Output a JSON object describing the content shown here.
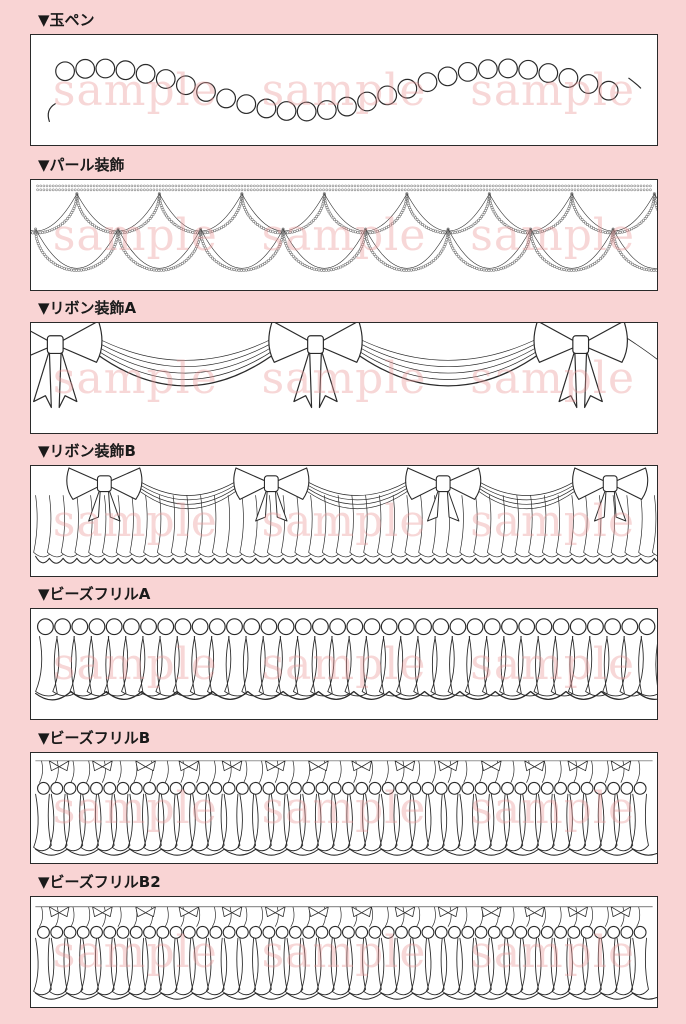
{
  "watermark": "sample",
  "sections": [
    {
      "label": "▼玉ペン"
    },
    {
      "label": "▼パール装飾"
    },
    {
      "label": "▼リボン装飾A"
    },
    {
      "label": "▼リボン装飾B"
    },
    {
      "label": "▼ビーズフリルA"
    },
    {
      "label": "▼ビーズフリルB"
    },
    {
      "label": "▼ビーズフリルB2"
    }
  ],
  "colors": {
    "background": "#f9d4d4",
    "panel": "#ffffff",
    "line": "#2a2a2a",
    "watermark": "#eb9696"
  }
}
